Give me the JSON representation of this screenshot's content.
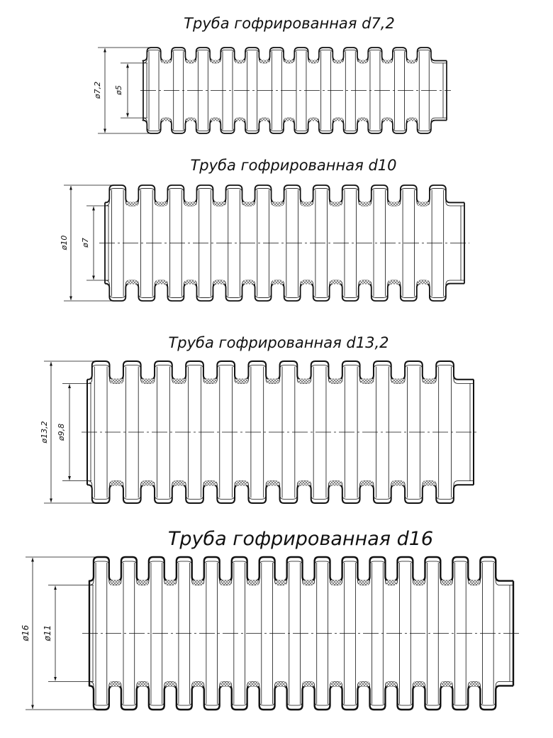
{
  "colors": {
    "ink": "#111111",
    "hatch": "#555555",
    "background": "#ffffff"
  },
  "pipes": [
    {
      "title": "Труба гофрированная d7,2",
      "outer_label": "ø7,2",
      "inner_label": "ø5",
      "outer_diameter": 7.2,
      "inner_diameter": 5,
      "corrugations": 12
    },
    {
      "title": "Труба гофрированная d10",
      "outer_label": "ø10",
      "inner_label": "ø7",
      "outer_diameter": 10,
      "inner_diameter": 7,
      "corrugations": 12
    },
    {
      "title": "Труба гофрированная d13,2",
      "outer_label": "ø13,2",
      "inner_label": "ø9,8",
      "outer_diameter": 13.2,
      "inner_diameter": 9.8,
      "corrugations": 12
    },
    {
      "title": "Труба гофрированная d16",
      "outer_label": "ø16",
      "inner_label": "ø11",
      "outer_diameter": 16,
      "inner_diameter": 11,
      "corrugations": 15
    }
  ]
}
